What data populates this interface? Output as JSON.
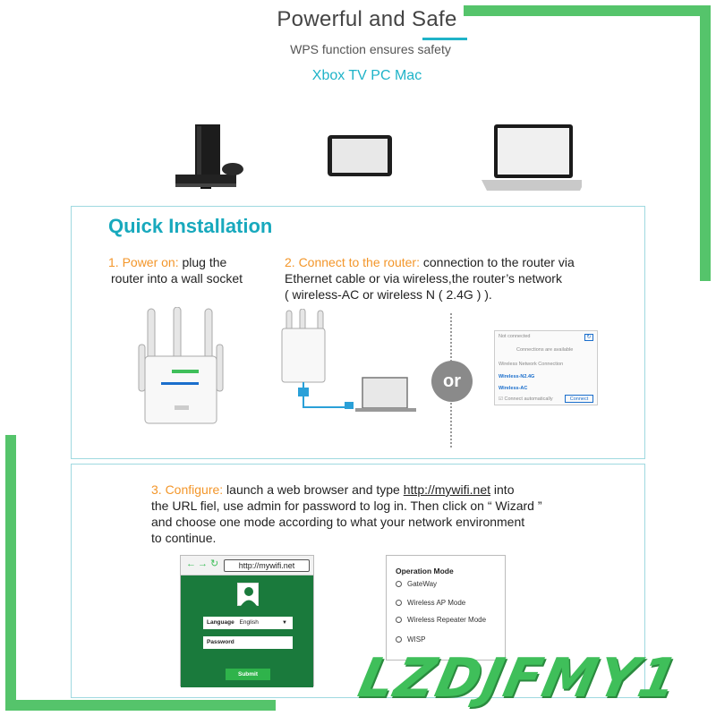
{
  "header": {
    "title": "Powerful and Safe",
    "subtitle": "WPS function ensures safety",
    "devices": "Xbox TV PC Mac"
  },
  "quick_install": {
    "title": "Quick Installation",
    "step1": {
      "heading": "1. Power on:",
      "line1": " plug the",
      "line2": "router into a wall socket"
    },
    "step2": {
      "heading": "2. Connect to the router:",
      "line1": " connection to the router via",
      "line2": "Ethernet cable or via wireless,the router’s network",
      "line3": "( wireless-AC or wireless N ( 2.4G ) )."
    },
    "or_label": "or",
    "wifi_panel": {
      "status": "Not connected",
      "available": "Connections are available",
      "section": "Wireless Network Connection",
      "net1": "Wireless-N2.4G",
      "net2": "Wireless-AC",
      "auto": "Connect automatically",
      "connect_button": "Connect"
    }
  },
  "configure": {
    "heading": "3. Configure:",
    "line1a": " launch a web browser and type ",
    "url": "http://mywifi.net",
    "line1b": " into",
    "line2": "the URL fiel,  use admin for password to log in. Then click on “ Wizard ”",
    "line3": "and choose one mode according to what your network environment",
    "line4": "to continue.",
    "browser": {
      "url": "http://mywifi.net",
      "language_label": "Language",
      "language_value": "English",
      "password_label": "Password",
      "submit": "Submit"
    },
    "op_mode": {
      "title": "Operation Mode",
      "options": [
        "GateWay",
        "Wireless AP Mode",
        "Wireless Repeater Mode",
        "WISP"
      ]
    }
  },
  "watermark": "LZDJFMY1",
  "colors": {
    "accent": "#1fb3c8",
    "orange": "#f3962a",
    "green": "#55c46b"
  }
}
